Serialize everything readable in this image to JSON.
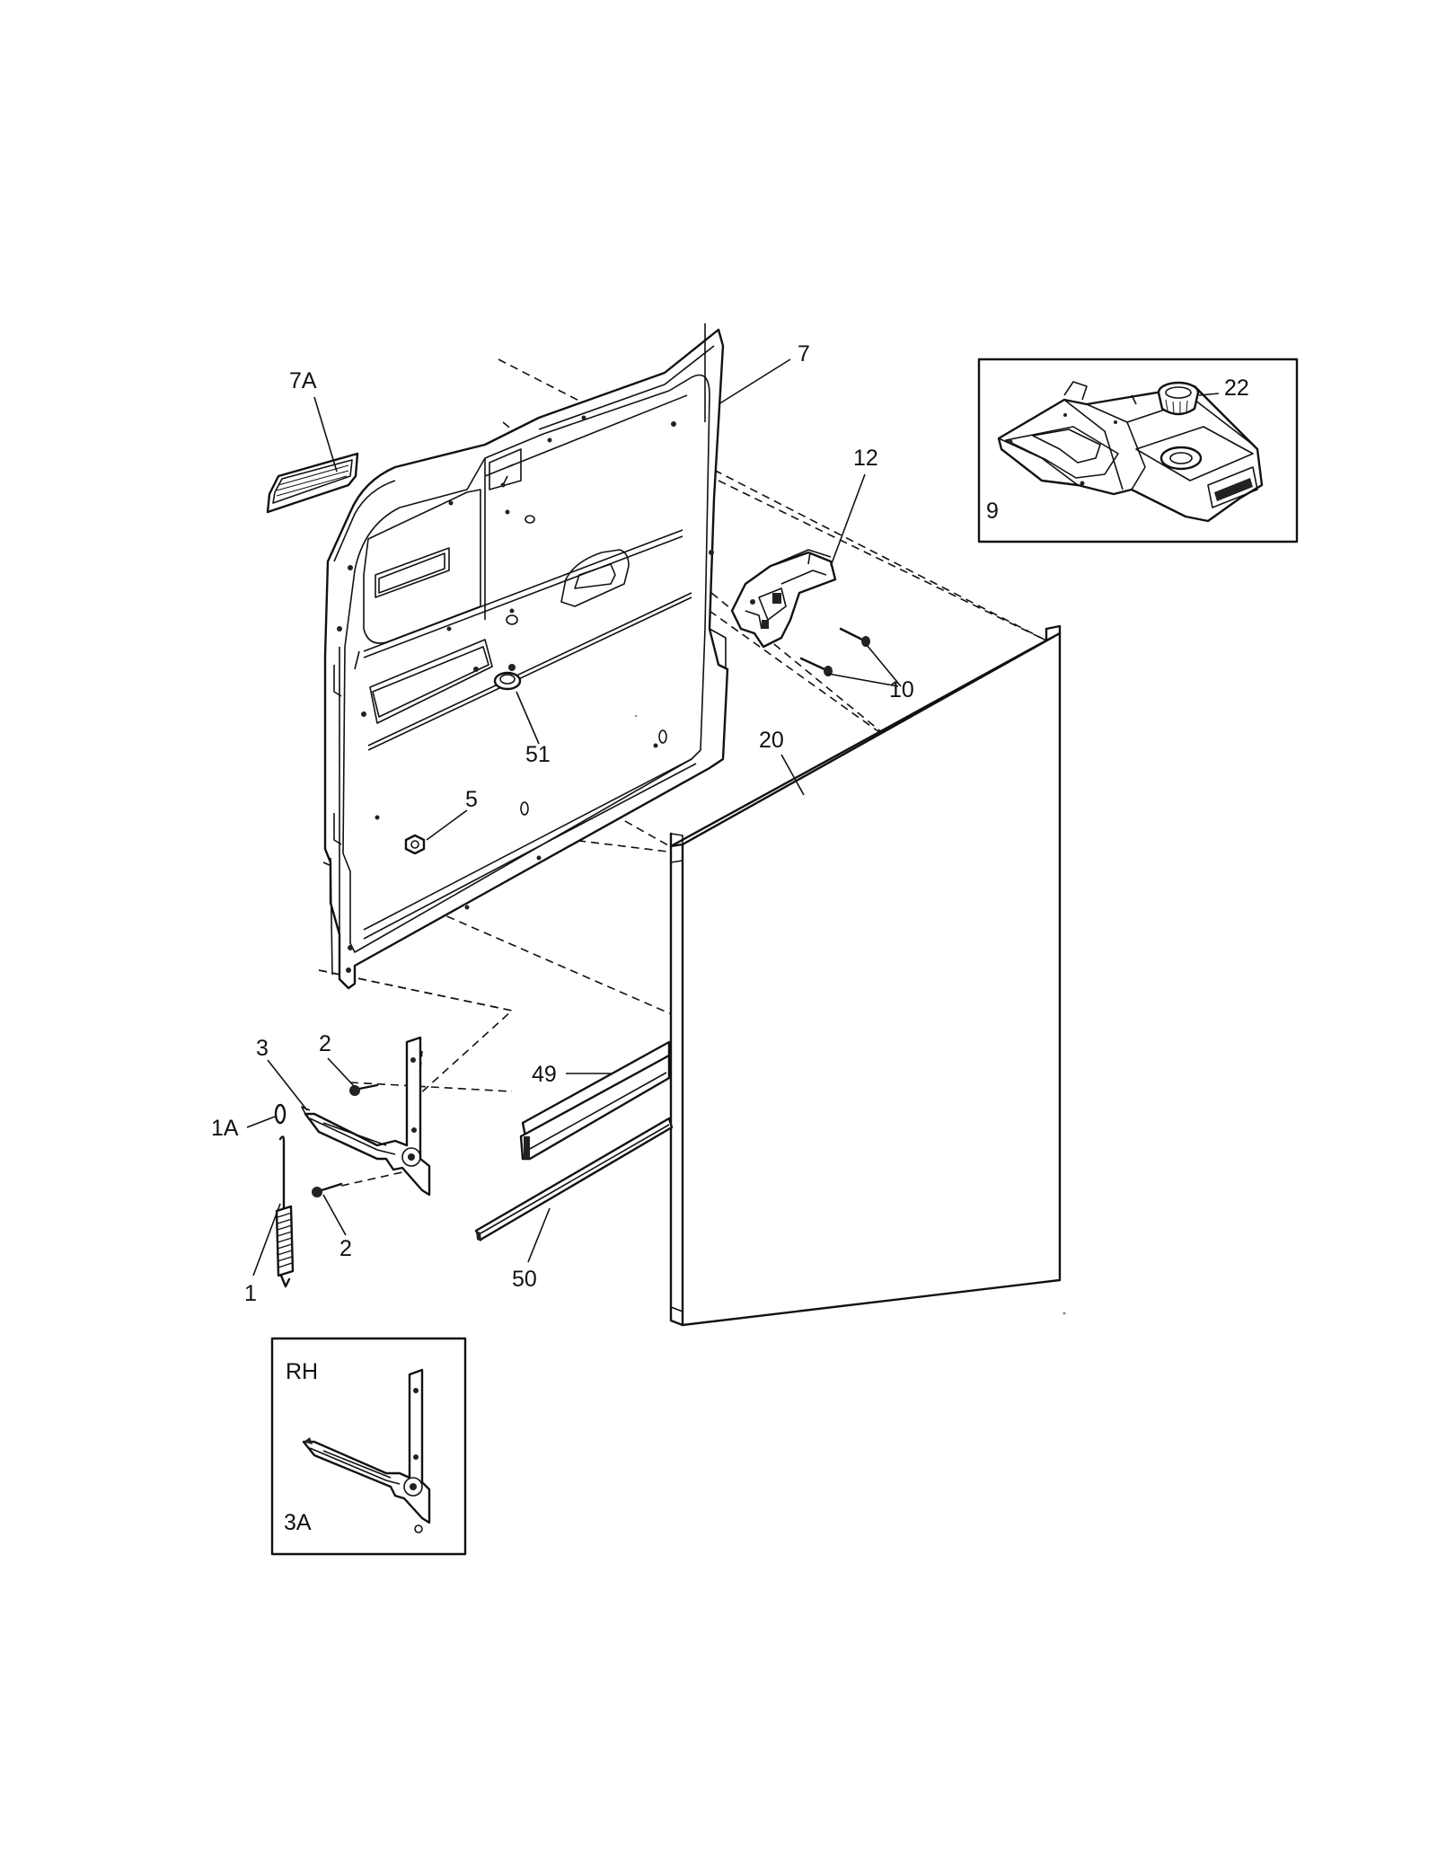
{
  "callouts": {
    "c7A": "7A",
    "c7": "7",
    "c12": "12",
    "c22": "22",
    "c9": "9",
    "c10": "10",
    "c20": "20",
    "c51": "51",
    "c5": "5",
    "c3": "3",
    "c2a": "2",
    "c2b": "2",
    "c1A": "1A",
    "c1": "1",
    "c49": "49",
    "c50": "50",
    "cRH": "RH",
    "c3A": "3A"
  },
  "icons": {
    "frame": "inner-door-frame",
    "panel": "outer-door-panel",
    "dispenser": "detergent-dispenser",
    "latch": "door-latch",
    "hinge": "hinge-arm",
    "spring": "door-spring"
  }
}
